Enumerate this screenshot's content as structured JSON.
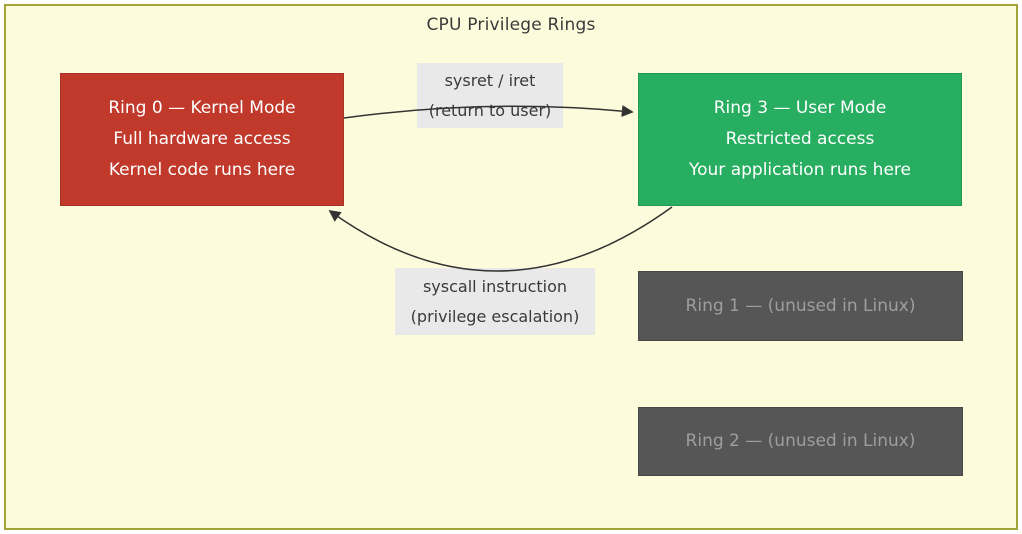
{
  "title": "CPU Privilege Rings",
  "colors": {
    "bg": "#FCFCDC",
    "frame": "#A2A438",
    "ink": "#3A3A3A",
    "red": "#C0392B",
    "redborder": "#A93226",
    "green": "#27AE60",
    "greenborder": "#1F9A55",
    "gray": "#565656",
    "grayborder": "#474747",
    "graytext": "#9E9E9E",
    "labelbg": "#E9E9E9",
    "boxtext": "#FFFFFF",
    "arrow": "#333333"
  },
  "boxes": {
    "ring0": {
      "lines": [
        "Ring 0 — Kernel Mode",
        "Full hardware access",
        "Kernel code runs here"
      ]
    },
    "ring3": {
      "lines": [
        "Ring 3 — User Mode",
        "Restricted access",
        "Your application runs here"
      ]
    },
    "ring1": {
      "label": "Ring 1 — (unused in Linux)"
    },
    "ring2": {
      "label": "Ring 2 — (unused in Linux)"
    }
  },
  "edges": {
    "sysret": {
      "lines": [
        "sysret / iret",
        "(return to user)"
      ]
    },
    "syscall": {
      "lines": [
        "syscall instruction",
        "(privilege escalation)"
      ]
    }
  }
}
